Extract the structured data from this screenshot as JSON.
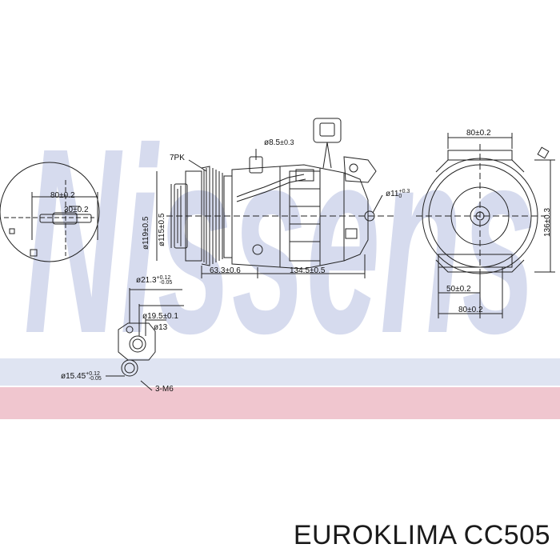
{
  "watermark": {
    "text": "Nissens",
    "color": "#6a7fc1"
  },
  "accents": {
    "pink_band": "#f0c6cf",
    "blue_band": "#dfe4f2"
  },
  "labels": {
    "belt": "7PK",
    "d_port": "ø8.5",
    "d_port_tol": "±0.3",
    "d_boss": "ø11",
    "d_boss_tol_up": "+0.3",
    "d_boss_tol_lo": "0",
    "d_119": "ø119±0.5",
    "d_115": "ø115±0.5",
    "len_63": "63.3±0.6",
    "len_134": "134.5±0.5",
    "top_80": "80±0.2",
    "right_136": "136±0.3",
    "bottom_50": "50±0.2",
    "bottom_80": "80±0.2",
    "left_80": "80±0.2",
    "left_30": "30±0.2",
    "f_21": "ø21.3",
    "f_21_tol_up": "+0.12",
    "f_21_tol_lo": "-0.05",
    "f_19": "ø19.5±0.1",
    "f_13": "ø13",
    "f_15": "ø15.45",
    "f_15_tol_up": "+0.12",
    "f_15_tol_lo": "-0.05",
    "thread": "3-M6"
  },
  "caption": {
    "brand": "EUROKLIMA",
    "part": "CC505"
  }
}
